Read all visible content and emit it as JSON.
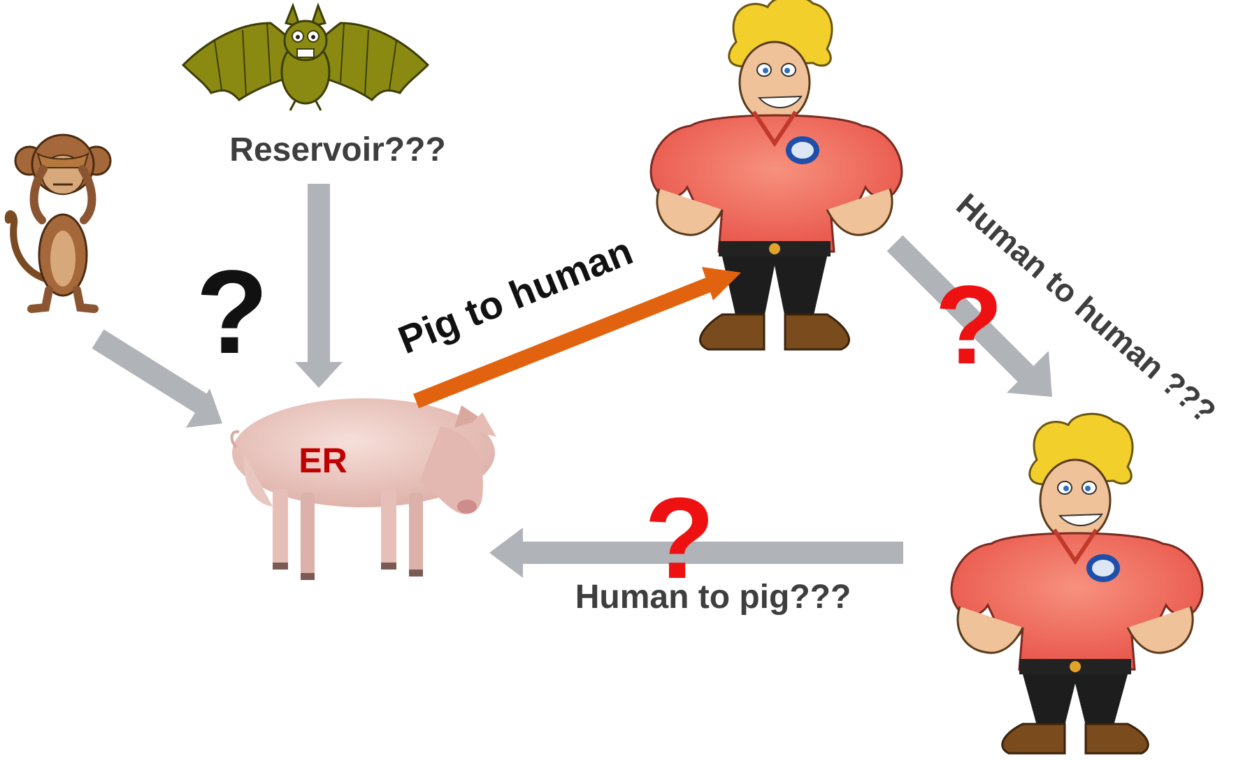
{
  "labels": {
    "reservoir": "Reservoir???",
    "pig_to_human": "Pig to human",
    "human_to_human": "Human to human ???",
    "human_to_pig": "Human to pig???",
    "pig_marker": "ER",
    "question_mark": "?"
  },
  "nodes": {
    "bat": "bat",
    "monkey": "monkey",
    "pig": "pig",
    "human_a": "human",
    "human_b": "human"
  },
  "colors": {
    "gray_arrow": "#b0b3b8",
    "orange_arrow": "#e2630f",
    "red_question": "#ee1111",
    "black_question": "#111111",
    "text_gray": "#3e3e3e",
    "er_red": "#c00000",
    "bat_green": "#8a8a12",
    "monkey_brown": "#a5683a",
    "pig_pink": "#e9c4bd",
    "shirt_red": "#f07060",
    "hair_yellow": "#f2cf2a",
    "skin": "#f0c29a",
    "boot_brown": "#7a4b1d"
  },
  "icons": {
    "bat": "bat-icon",
    "monkey": "monkey-icon",
    "pig": "pig-icon",
    "human": "human-icon"
  }
}
